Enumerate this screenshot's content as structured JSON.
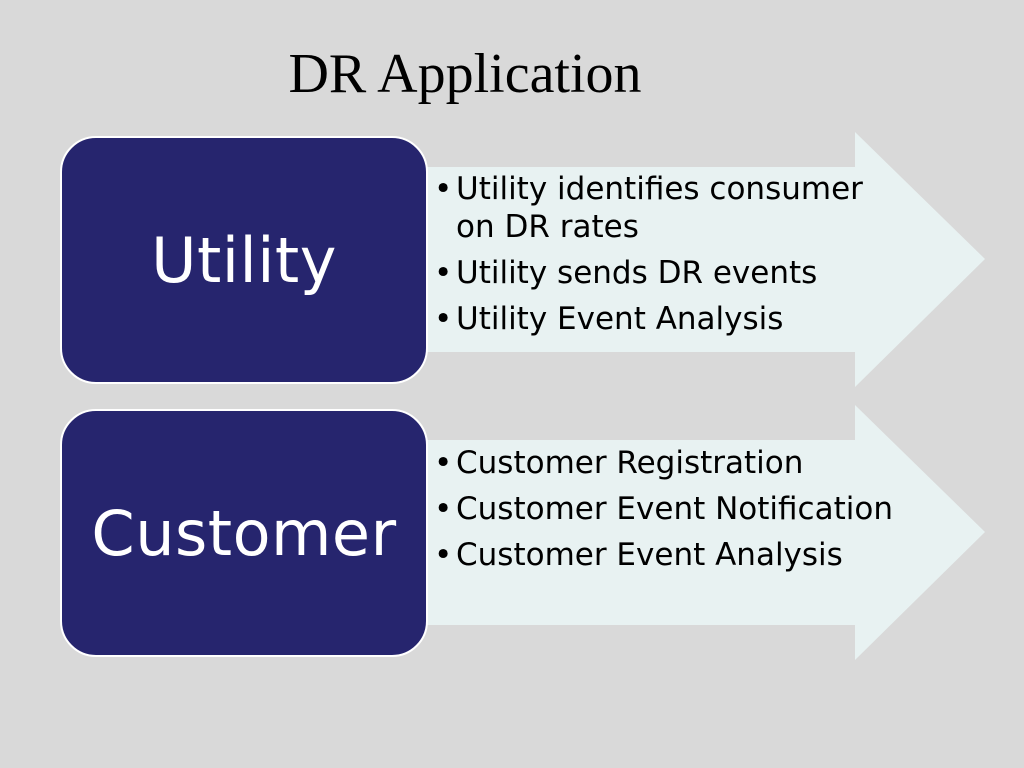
{
  "title": "DR Application",
  "colors": {
    "background": "#d9d9d9",
    "box_fill": "#26256e",
    "arrow_fill": "#e8f2f2"
  },
  "rows": [
    {
      "label": "Utility",
      "bullets": [
        "Utility identifies consumer on DR rates",
        "Utility sends DR events",
        "Utility Event Analysis"
      ]
    },
    {
      "label": "Customer",
      "bullets": [
        "Customer Registration",
        "Customer Event Notification",
        "Customer Event Analysis"
      ]
    }
  ]
}
